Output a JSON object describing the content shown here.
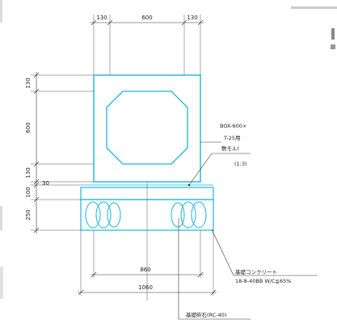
{
  "dimensions": {
    "top": [
      "130",
      "600",
      "130"
    ],
    "left": [
      "130",
      "600",
      "130",
      "30",
      "100",
      "250"
    ],
    "bottom_inner": "860",
    "bottom_outer": "1060"
  },
  "notes": {
    "box_spec": [
      "BOX-600×",
      "T-25用"
    ],
    "mortar": [
      "敷モル(",
      "(1:3)"
    ],
    "concrete": [
      "基礎コンクリート",
      "18-8-40BB W/C≦65%"
    ],
    "stone": "基礎砕石(RC-40)"
  },
  "colors": {
    "structure": "#17b6dc",
    "lines": "#333333"
  }
}
